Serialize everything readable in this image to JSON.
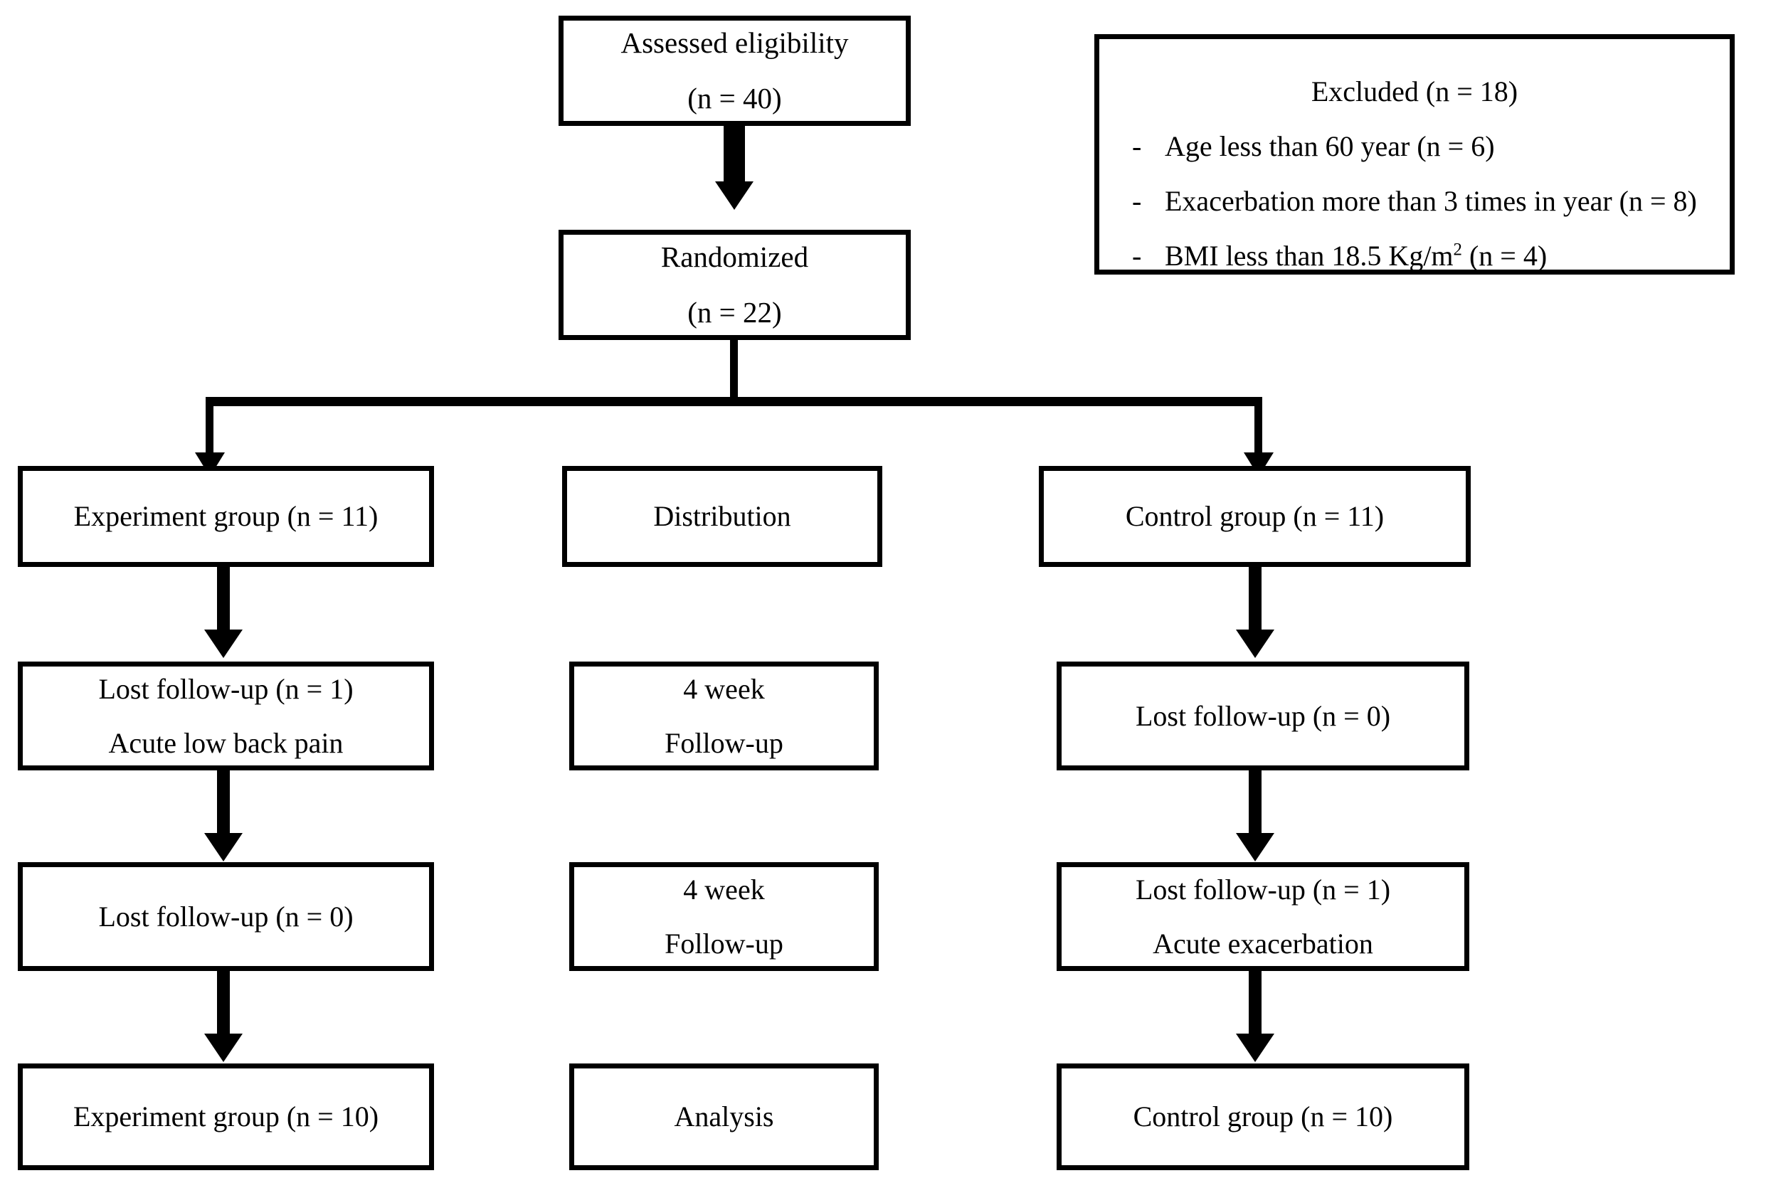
{
  "diagram": {
    "title": "CONSORT participant flow diagram",
    "colors": {
      "line": "#000000",
      "background": "#ffffff",
      "text": "#000000"
    },
    "nodes": {
      "assessed": {
        "lines": [
          "Assessed eligibility",
          "(n = 40)"
        ]
      },
      "randomized": {
        "lines": [
          "Randomized",
          "(n = 22)"
        ]
      },
      "experiment_group_11": {
        "lines": [
          "Experiment group (n = 11)"
        ]
      },
      "distribution": {
        "lines": [
          "Distribution"
        ]
      },
      "control_group_11": {
        "lines": [
          "Control group (n = 11)"
        ]
      },
      "exp_lost_1": {
        "lines": [
          "Lost follow-up (n = 1)",
          "Acute low back pain"
        ]
      },
      "followup_1": {
        "lines": [
          "4 week",
          "Follow-up"
        ]
      },
      "ctrl_lost_0": {
        "lines": [
          "Lost follow-up (n = 0)"
        ]
      },
      "exp_lost_0": {
        "lines": [
          "Lost follow-up (n = 0)"
        ]
      },
      "followup_2": {
        "lines": [
          "4 week",
          "Follow-up"
        ]
      },
      "ctrl_lost_1": {
        "lines": [
          "Lost follow-up (n = 1)",
          "Acute exacerbation"
        ]
      },
      "experiment_group_10": {
        "lines": [
          "Experiment group (n = 10)"
        ]
      },
      "analysis": {
        "lines": [
          "Analysis"
        ]
      },
      "control_group_10": {
        "lines": [
          "Control group (n = 10)"
        ]
      }
    },
    "excluded": {
      "title": "Excluded (n = 18)",
      "bullet_marker": "-",
      "items": [
        {
          "text_before": "Age less than 60 year (n = 6)",
          "sup": "",
          "text_after": ""
        },
        {
          "text_before": "Exacerbation more than 3 times in year (n = 8)",
          "sup": "",
          "text_after": ""
        },
        {
          "text_before": "BMI less than 18.5 Kg/m",
          "sup": "2",
          "text_after": " (n = 4)"
        }
      ]
    }
  }
}
